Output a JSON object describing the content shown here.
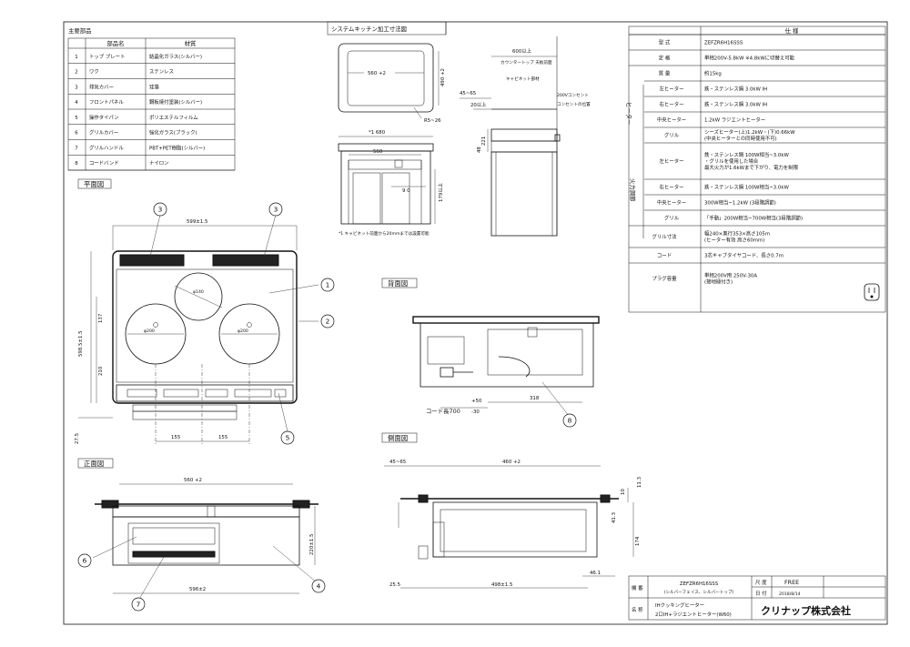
{
  "parts_title": "主要部品",
  "parts_headers": [
    "部品名",
    "材質"
  ],
  "parts": [
    {
      "no": "1",
      "name": "トップ プレート",
      "material": "結晶化ガラス(シルバー)"
    },
    {
      "no": "2",
      "name": "ワク",
      "material": "ステンレス"
    },
    {
      "no": "3",
      "name": "排気カバー",
      "material": "珪藻"
    },
    {
      "no": "4",
      "name": "フロントパネル",
      "material": "鋼板焼付塗装(シルバー)"
    },
    {
      "no": "5",
      "name": "操作タイパン",
      "material": "ポリエステルフィルム"
    },
    {
      "no": "6",
      "name": "グリルカバー",
      "material": "強化ガラス(ブラック)"
    },
    {
      "no": "7",
      "name": "グリルハンドル",
      "material": "PBT+PET樹脂(シルバー)"
    },
    {
      "no": "8",
      "name": "コードバンド",
      "material": "ナイロン"
    }
  ],
  "cutout": {
    "title": "システムキッチン加工寸法図",
    "w": "560 +2",
    "d": "490 +2",
    "radius": "R5~26",
    "d600": "600以上",
    "d4565": "45~65",
    "d20": "20以上",
    "front_w": "*1 680",
    "front_560": "560",
    "front_221": "221",
    "front_48": "48",
    "front_9": "9 0",
    "front_179": "179以上",
    "note": "*1 キャビネット前面から20mmまでは設置可能",
    "note_counter": "カウンタートップ 天板前面",
    "note_wall": "キャビネット部材",
    "note_outlet": "コンセントの位置",
    "note_power": "200Vコンセント"
  },
  "plan": {
    "title": "平面図",
    "width": "599±1.5",
    "depth": "598.5±1.5",
    "d137": "137",
    "d210": "210",
    "d155a": "155",
    "d155b": "155",
    "d275": "27.5",
    "burner_l": "φ200",
    "burner_r": "φ200",
    "burner_c": "φ140"
  },
  "front": {
    "title": "正面図",
    "w560": "560 +2",
    "w596": "596±2",
    "h220": "220±1.5"
  },
  "back": {
    "title": "背面図",
    "cord": "コード長700",
    "cord_tol_plus": "+50",
    "cord_tol_minus": "-30",
    "d318": "318"
  },
  "side": {
    "title": "側面図",
    "d4565": "45~65",
    "d460": "460 +2",
    "d498": "498±1.5",
    "d255": "25.5",
    "d461": "46.1",
    "d10": "10",
    "d113": "11.3",
    "d174": "174",
    "d413": "41.3"
  },
  "spec": {
    "title": "仕 様",
    "rows": [
      {
        "label": "型 式",
        "value": "ZEFZR6H16SSS"
      },
      {
        "label": "定 格",
        "value": "単相200V-5.8kW ※4.8kWに切替え可能"
      },
      {
        "label": "質 量",
        "value": "約15kg"
      },
      {
        "group": "ヒーター",
        "label": "左ヒーター",
        "value": "鉄・ステンレス鍋 3.0kW IH"
      },
      {
        "group": "ヒーター",
        "label": "右ヒーター",
        "value": "鉄・ステンレス鍋 3.0kW IH"
      },
      {
        "group": "ヒーター",
        "label": "中央ヒーター",
        "value": "1.2kW ラジエントヒーター"
      },
      {
        "group": "ヒーター",
        "label": "グリル",
        "value": "シーズヒーター(上)1.2kW・(下)0.66kW / (中央ヒーターとの同時使用不可)"
      },
      {
        "group": "火力調節",
        "label": "左ヒーター",
        "value": "鉄・ステンレス鍋 100W相当~3.0kW / ・グリルを使用した場合 / 最大火力が1.6kWまで下がり、電力を制限"
      },
      {
        "group": "火力調節",
        "label": "右ヒーター",
        "value": "鉄・ステンレス鍋 100W相当~3.0kW"
      },
      {
        "group": "火力調節",
        "label": "中央ヒーター",
        "value": "300W相当~1.2kW (3段階調節)"
      },
      {
        "group": "火力調節",
        "label": "グリル",
        "value": "「手動」200W相当~700W相当(3段階調節)"
      },
      {
        "label": "グリル寸法",
        "value": "幅240×奥行353×高さ105m / (ヒーター有効 高さ60mm)"
      },
      {
        "label": "コード",
        "value": "3芯キャブタイヤコード、長さ0.7m"
      },
      {
        "label": "プラグ容量",
        "value": "単相200V用 250V-30A / (接地極付き)"
      }
    ],
    "group_heater": "ヒーター",
    "group_power": "火力調節"
  },
  "titleblock": {
    "label_model": "機 番",
    "label_name": "名 称",
    "model": "ZEFZR6H16SSS",
    "model_sub": "(シルバーフェイス、シルバートップ)",
    "name1": "IHクッキングヒーター",
    "name2": "2口IH+ラジエントヒーター(W60)",
    "label_scale": "尺 度",
    "scale": "FREE",
    "label_date": "日 付",
    "date": "2018/8/14",
    "company": "クリナップ株式会社"
  },
  "callouts": [
    "1",
    "2",
    "3",
    "4",
    "5",
    "6",
    "7",
    "8"
  ]
}
